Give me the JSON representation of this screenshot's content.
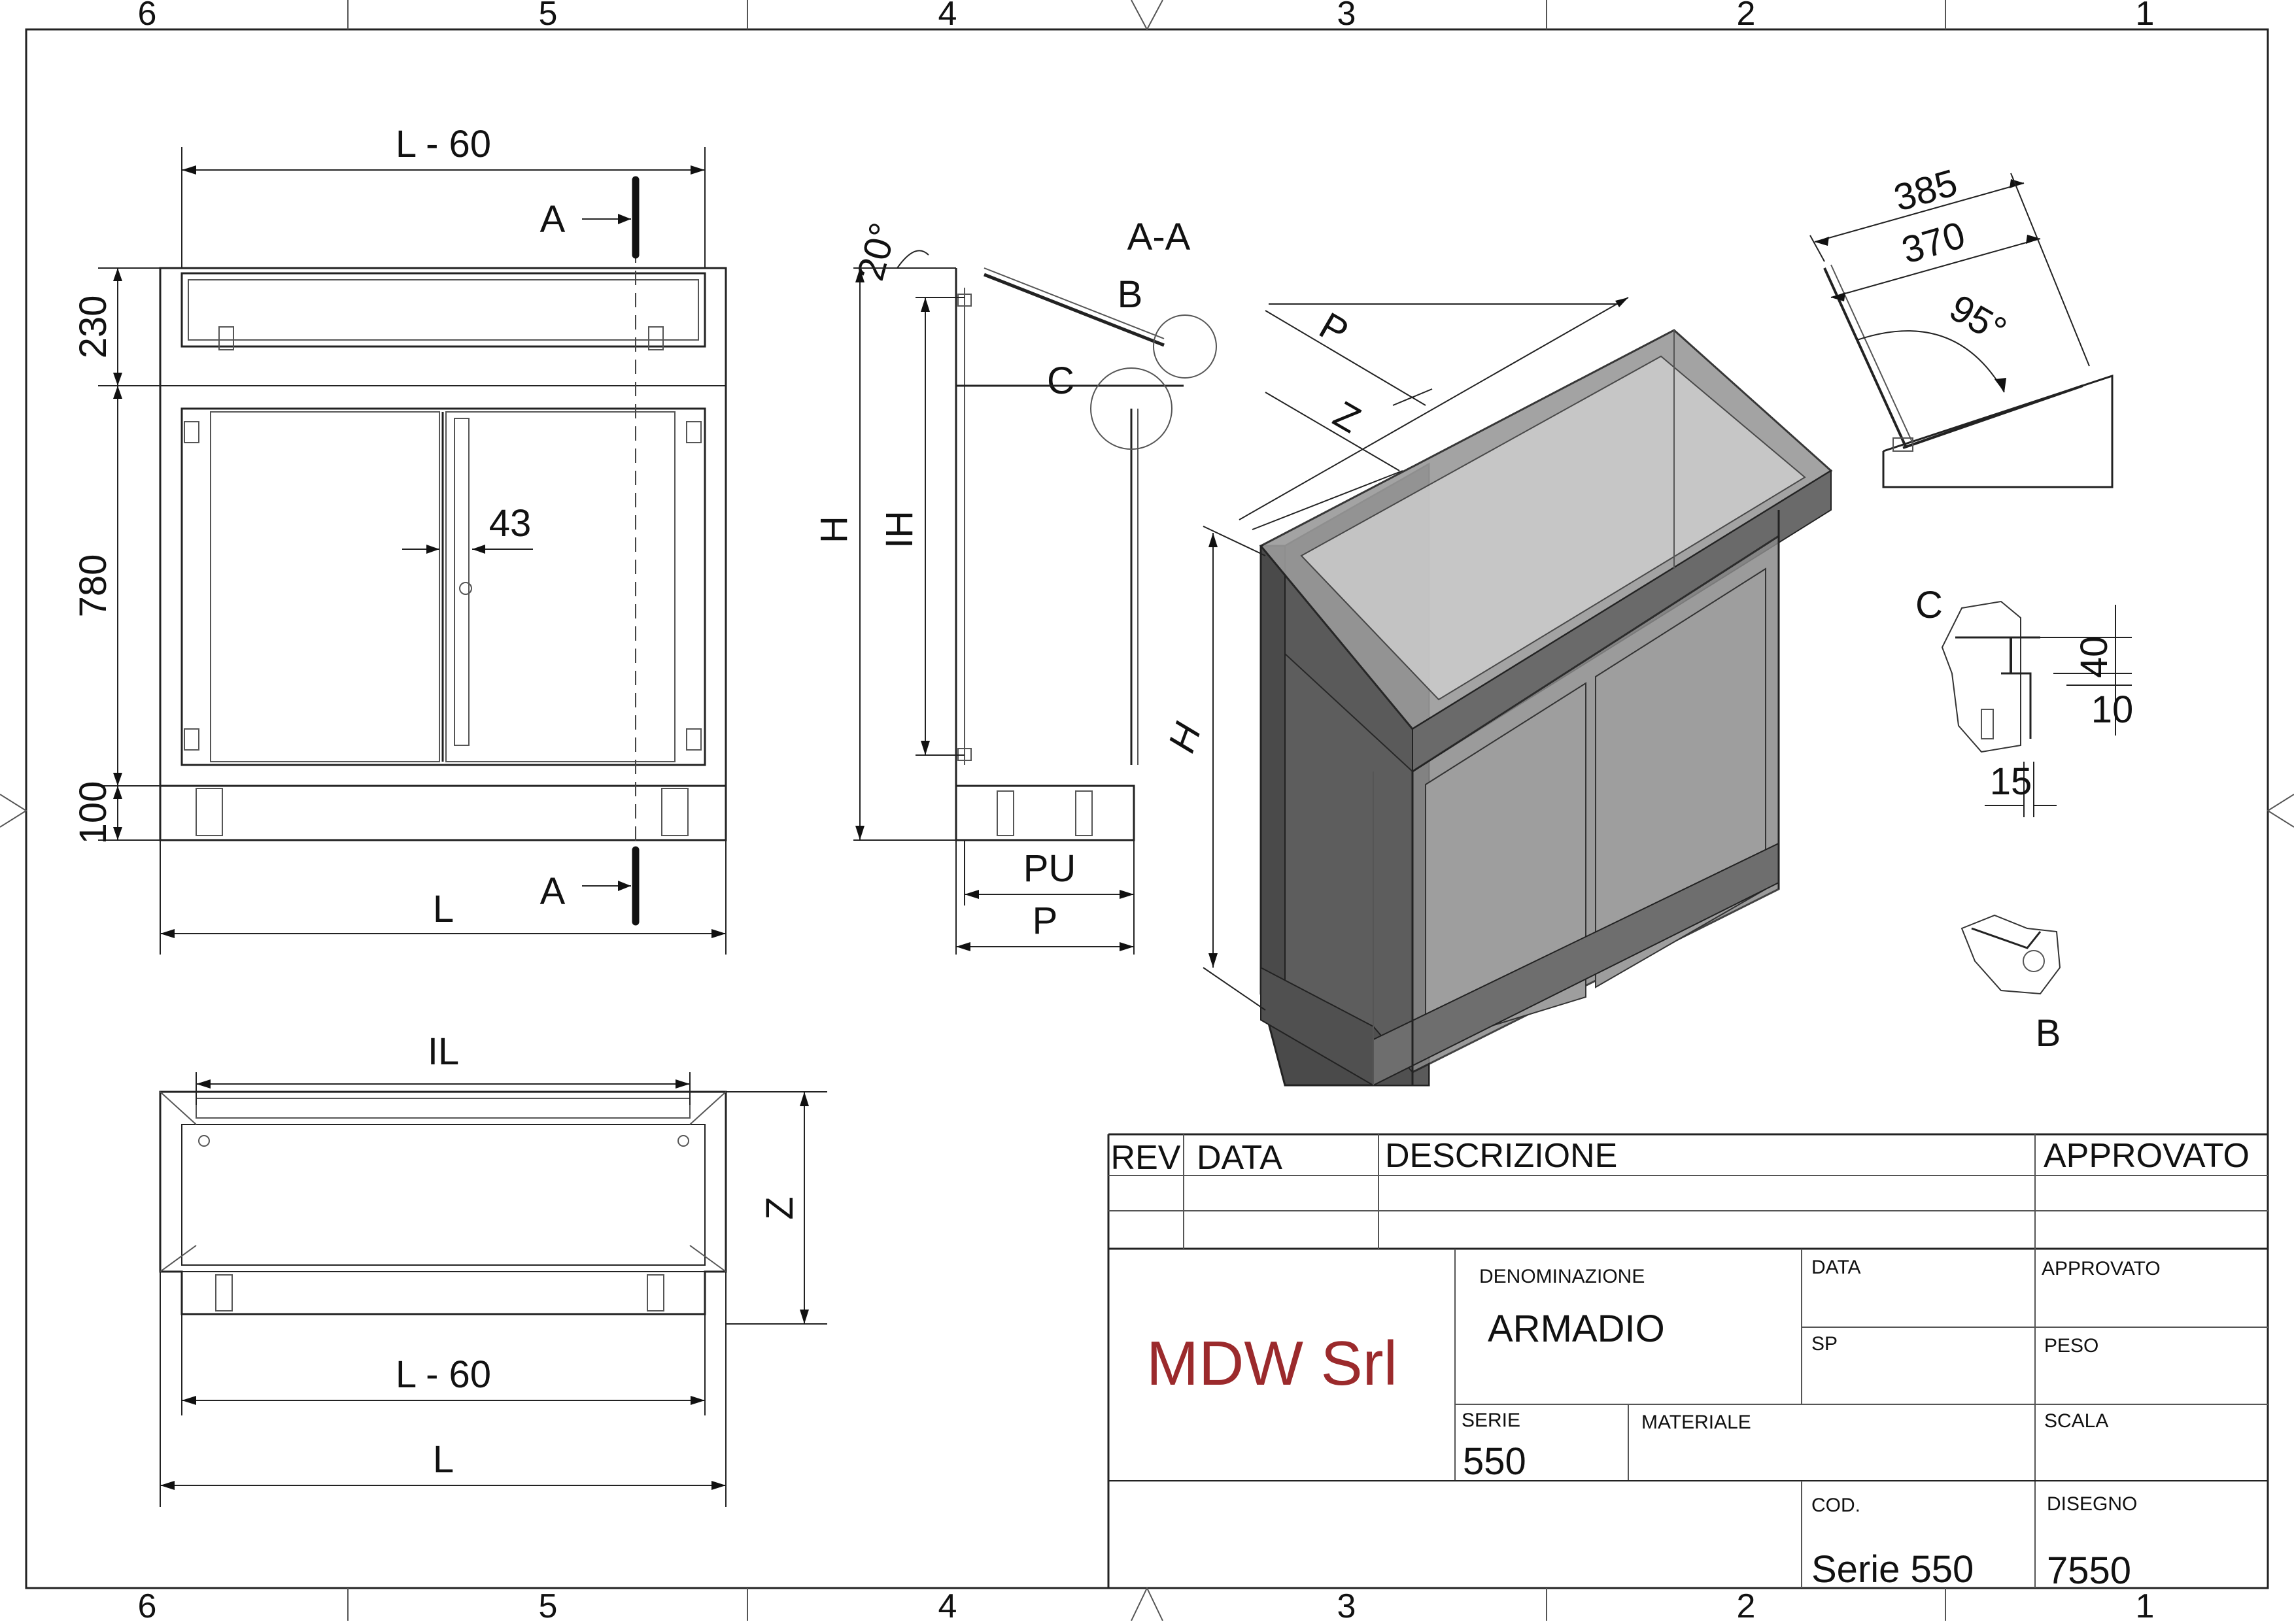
{
  "border": {
    "columns_top": [
      "6",
      "5",
      "4",
      "3",
      "2",
      "1"
    ],
    "columns_bottom": [
      "6",
      "5",
      "4",
      "3",
      "2",
      "1"
    ]
  },
  "front_view": {
    "dim_top": "L - 60",
    "dim_left_top": "230",
    "dim_left_mid": "780",
    "dim_left_bottom": "100",
    "dim_bottom": "L",
    "dim_gap": "43",
    "section_mark_top": "A",
    "section_mark_bottom": "A"
  },
  "section_view": {
    "title": "A-A",
    "angle": "20°",
    "detail_b": "B",
    "detail_c": "C",
    "dim_h": "H",
    "dim_ih": "IH",
    "dim_pu": "PU",
    "dim_p": "P"
  },
  "iso_view": {
    "dim_p": "P",
    "dim_z": "Z",
    "dim_h": "H"
  },
  "detail_roof": {
    "dim_385": "385",
    "dim_370": "370",
    "angle": "95°"
  },
  "detail_c": {
    "label": "C",
    "dim_40": "40",
    "dim_10": "10",
    "dim_15": "15"
  },
  "detail_b": {
    "label": "B"
  },
  "plan_view": {
    "dim_il": "IL",
    "dim_z": "Z",
    "dim_l60": "L - 60",
    "dim_l": "L"
  },
  "revision_table": {
    "rev": "REV",
    "data": "DATA",
    "descrizione": "DESCRIZIONE",
    "approvato": "APPROVATO"
  },
  "title_block": {
    "company": "MDW Srl",
    "denominazione_label": "DENOMINAZIONE",
    "denominazione_value": "ARMADIO",
    "data_label": "DATA",
    "approvato_label": "APPROVATO",
    "sp_label": "SP",
    "peso_label": "PESO",
    "serie_label": "SERIE",
    "serie_value": "550",
    "materiale_label": "MATERIALE",
    "scala_label": "SCALA",
    "cod_label": "COD.",
    "cod_value": "Serie 550",
    "disegno_label": "DISEGNO",
    "disegno_value": "7550"
  },
  "colors": {
    "logo": "#9b2a2c",
    "line": "#222222",
    "shade_dark": "#4a4a4a",
    "shade_mid": "#7a7a7a",
    "shade_light": "#b8b8b8"
  }
}
